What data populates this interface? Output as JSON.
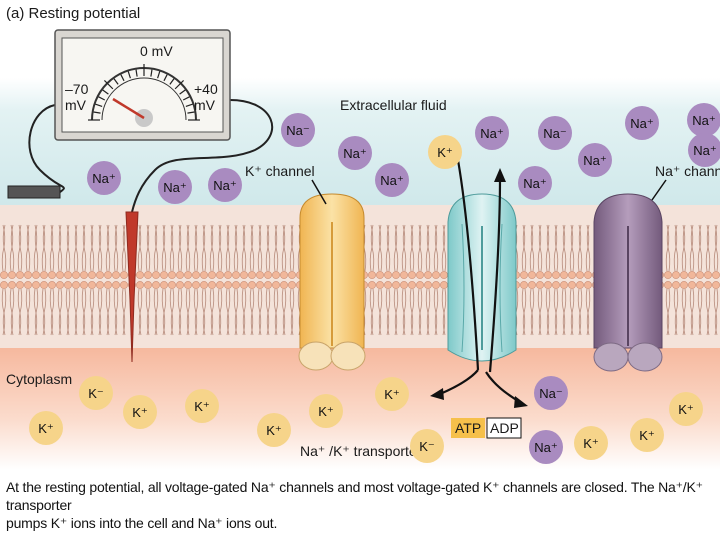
{
  "title": "(a) Resting potential",
  "meter": {
    "zero": "0 mV",
    "left": "–70\nmV",
    "right": "+40\nmV"
  },
  "labels": {
    "extracellular": "Extracellular fluid",
    "cytoplasm": "Cytoplasm",
    "k_channel": "K⁺ channel",
    "na_channel": "Na⁺ channe",
    "transporter": "Na⁺ /K⁺ transporter",
    "atp": "ATP",
    "adp": "ADP"
  },
  "ions_outside": [
    "Na⁻",
    "Na⁺",
    "Na⁺",
    "Na⁺",
    "Na⁺",
    "K⁺",
    "Na⁺",
    "Na⁻",
    "Na⁺",
    "Na⁺",
    "Na⁺",
    "Na⁺",
    "Na⁺",
    "Na⁺"
  ],
  "ions_inside": [
    "K⁻",
    "K⁺",
    "K⁺",
    "K⁺",
    "K⁺",
    "K⁺",
    "K⁺",
    "K⁻",
    "Na⁻",
    "Na⁺",
    "K⁺",
    "K⁺",
    "K⁺"
  ],
  "caption_line1": "At the resting potential, all voltage-gated Na⁺ channels and most voltage-gated K⁺ channels are closed. The Na⁺/K⁺ transporter",
  "caption_line2": "pumps K⁺ ions into the cell and Na⁺ ions out.",
  "colors": {
    "na_ion": "#a98bc0",
    "k_ion": "#f6d48a",
    "extracellular": "#d9eef0",
    "cytoplasm": "#f8c8b0",
    "k_channel": "#f7c56a",
    "na_channel": "#8a6e92",
    "transporter": "#9fd6d6"
  }
}
